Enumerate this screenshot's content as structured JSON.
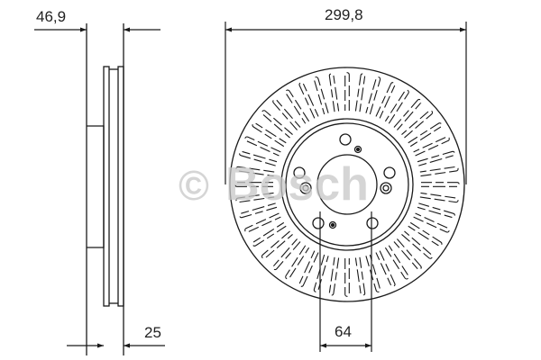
{
  "drawing": {
    "subject": "Ventilated brake disc technical drawing",
    "colors": {
      "line": "#1a1a1a",
      "watermark": "#c8c8c8",
      "background": "#ffffff"
    },
    "watermark": {
      "symbol": "©",
      "text": "Bosch"
    },
    "dimensions": {
      "overall_height": {
        "label": "46,9"
      },
      "outer_diameter": {
        "label": "299,8"
      },
      "thickness": {
        "label": "25"
      },
      "center_bore": {
        "label": "64"
      }
    }
  }
}
